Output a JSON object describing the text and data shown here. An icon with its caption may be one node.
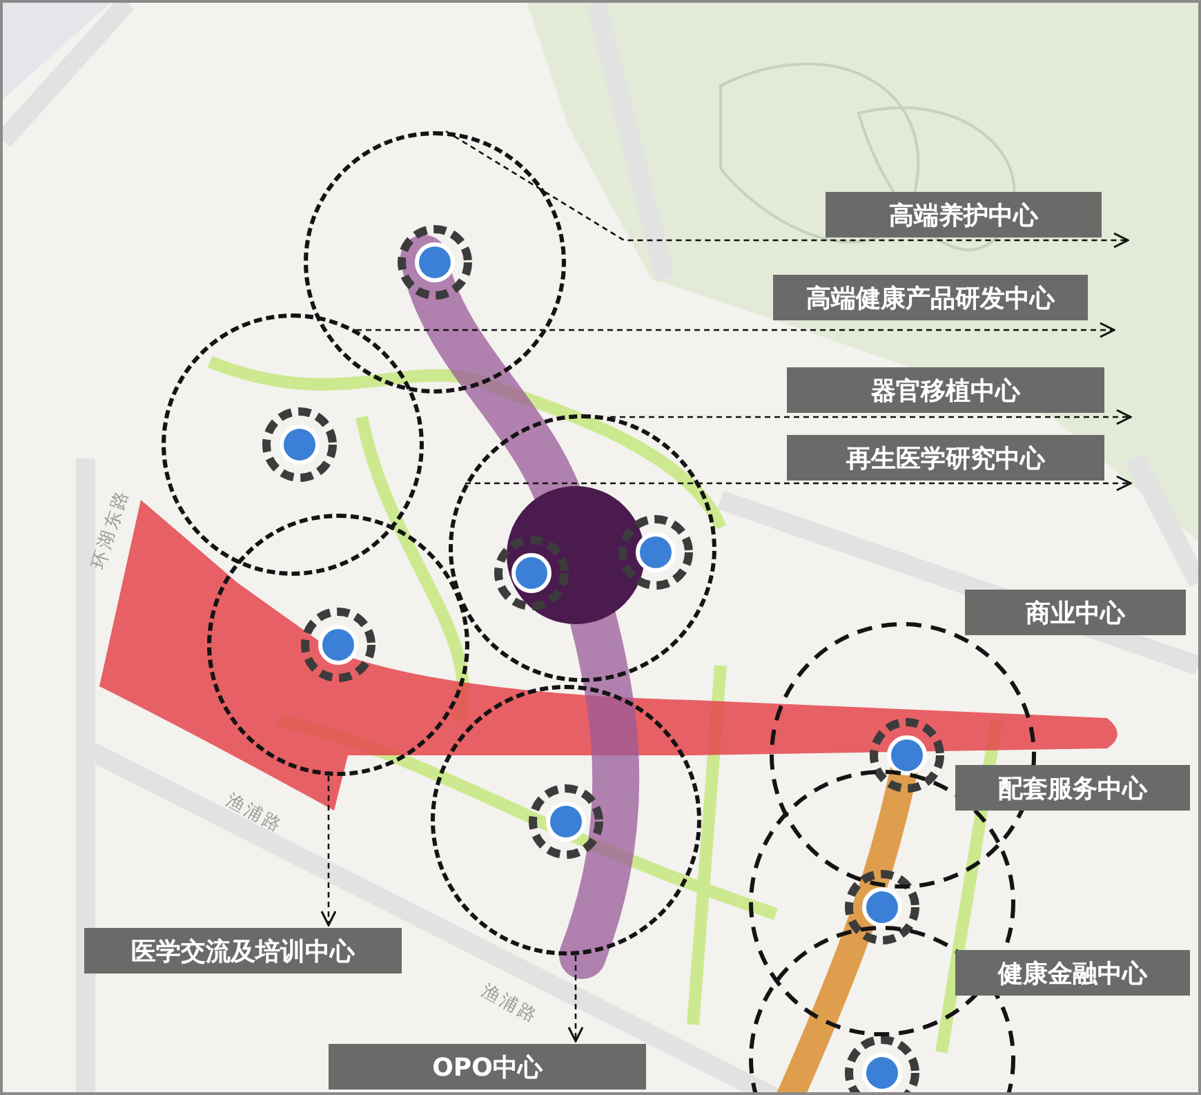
{
  "diagram": {
    "nodes": [
      {
        "text": [
          "高端养护中心"
        ]
      },
      {
        "text": [
          "高端健康产品研发中心"
        ]
      },
      {
        "text": [
          "器官移植中心"
        ]
      },
      {
        "text": [
          "再生医学研究中心"
        ]
      },
      {
        "text": [
          "商业中心"
        ]
      },
      {
        "text": [
          "配套服务中心"
        ]
      },
      {
        "text": [
          "健康金融中心"
        ]
      },
      {
        "text": [
          "医学交流及培训中心"
        ]
      },
      {
        "text": [
          "OPO中心"
        ]
      },
      {
        "text": [],
        "shape": "circle"
      },
      {
        "text": [],
        "shape": "circle"
      },
      {
        "text": [],
        "shape": "circle"
      },
      {
        "text": [],
        "shape": "circle"
      },
      {
        "text": [],
        "shape": "circle"
      }
    ],
    "edges": [
      {
        "from": 9,
        "to": 0,
        "arrow": "to",
        "style": "dashed"
      },
      {
        "from": 10,
        "to": 1,
        "arrow": "to",
        "style": "dashed"
      },
      {
        "from": 11,
        "to": 2,
        "arrow": "to",
        "style": "dashed"
      },
      {
        "from": 11,
        "to": 3,
        "arrow": "to",
        "style": "dashed"
      },
      {
        "from": 12,
        "to": 7,
        "arrow": "to",
        "style": "dashed"
      },
      {
        "from": 13,
        "to": 8,
        "arrow": "to",
        "style": "dashed"
      }
    ],
    "labels": [
      "环湖东路",
      "渔浦路",
      "渔浦路"
    ]
  }
}
